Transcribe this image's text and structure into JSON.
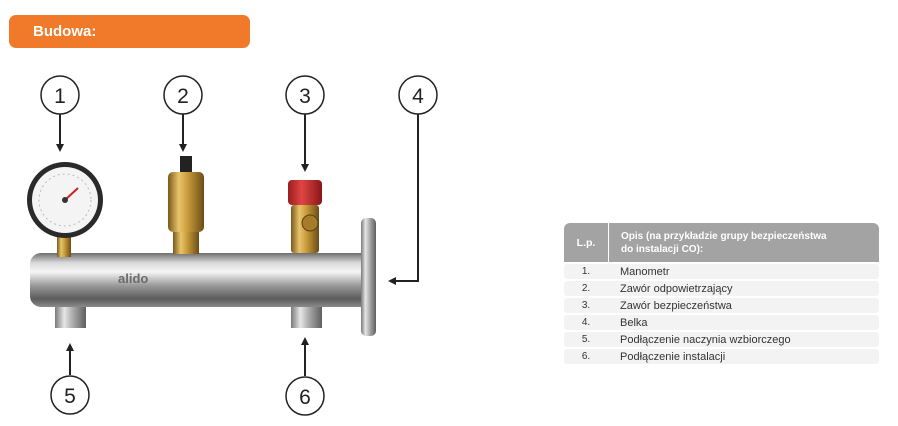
{
  "header": {
    "title": "Budowa:"
  },
  "colors": {
    "accent": "#f07a2a",
    "table_header": "#a3a3a3",
    "row": "#f3f3f3"
  },
  "callouts": [
    "1",
    "2",
    "3",
    "4",
    "5",
    "6"
  ],
  "product": {
    "brand_mark": "alido"
  },
  "table": {
    "col_lp": "L.p.",
    "col_desc_line1": "Opis (na przykładzie grupy bezpieczeństwa",
    "col_desc_line2": "do instalacji CO):",
    "rows": [
      {
        "lp": "1.",
        "desc": "Manometr"
      },
      {
        "lp": "2.",
        "desc": "Zawór odpowietrzający"
      },
      {
        "lp": "3.",
        "desc": "Zawór bezpieczeństwa"
      },
      {
        "lp": "4.",
        "desc": "Belka"
      },
      {
        "lp": "5.",
        "desc": "Podłączenie naczynia wzbiorczego"
      },
      {
        "lp": "6.",
        "desc": "Podłączenie instalacji"
      }
    ]
  }
}
